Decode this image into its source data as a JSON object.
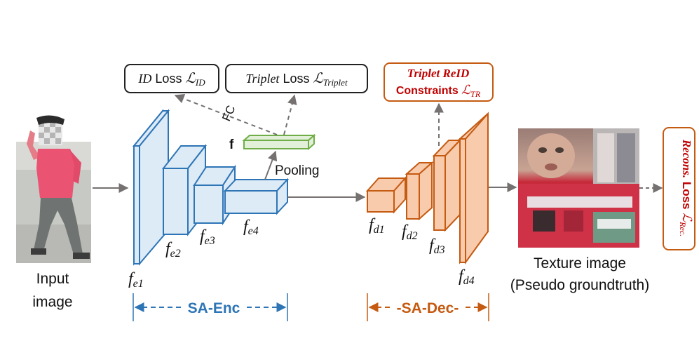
{
  "input": {
    "label_line1": "Input",
    "label_line2": "image"
  },
  "encoder": {
    "layers": [
      {
        "symbol": "f",
        "sub": "e1"
      },
      {
        "symbol": "f",
        "sub": "e2"
      },
      {
        "symbol": "f",
        "sub": "e3"
      },
      {
        "symbol": "f",
        "sub": "e4"
      }
    ],
    "group_label": "SA-Enc"
  },
  "feature": {
    "label": "f",
    "pooling_label": "Pooling",
    "fc_label": "FC"
  },
  "losses": {
    "id": {
      "italic": "ID",
      "word": " Loss ",
      "script": "ℒ",
      "sub": "ID"
    },
    "triplet": {
      "italic": "Triplet",
      "word": " Loss ",
      "script": "ℒ",
      "sub": "Triplet"
    },
    "tr": {
      "line1": "Triplet ReID",
      "line2_word": "Constraints ",
      "script": "ℒ",
      "sub": "TR"
    },
    "rec": {
      "italic": "Recons.",
      "word": " Loss ",
      "script": "ℒ",
      "sub": "Rec."
    }
  },
  "decoder": {
    "layers": [
      {
        "symbol": "f",
        "sub": "d1"
      },
      {
        "symbol": "f",
        "sub": "d2"
      },
      {
        "symbol": "f",
        "sub": "d3"
      },
      {
        "symbol": "f",
        "sub": "d4"
      }
    ],
    "group_label": "-SA-Dec-"
  },
  "texture": {
    "label_line1": "Texture image",
    "label_line2": "(Pseudo groundtruth)"
  },
  "colors": {
    "enc_stroke": "#2e75b6",
    "enc_fill": "#ddebf7",
    "enc_dark": "#9aa7b5",
    "dec_stroke": "#c55a11",
    "dec_fill": "#f8cbad",
    "dec_dark": "#c9a898",
    "feat_stroke": "#70ad47",
    "feat_fill": "#e2f0d9",
    "loss_red": "#c00000",
    "arrow": "#767171"
  }
}
